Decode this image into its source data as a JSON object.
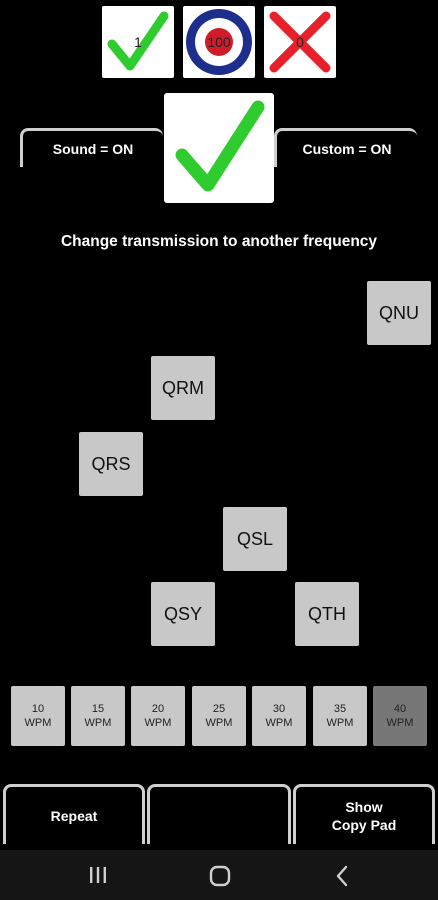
{
  "scores": {
    "correct": "1",
    "target": "100",
    "wrong": "0"
  },
  "toggles": {
    "sound_label": "Sound = ON",
    "custom_label": "Custom = ON"
  },
  "instruction": "Change transmission to another frequency",
  "options": [
    {
      "label": "QNU"
    },
    {
      "label": "QRM"
    },
    {
      "label": "QRS"
    },
    {
      "label": "QSL"
    },
    {
      "label": "QSY"
    },
    {
      "label": "QTH"
    }
  ],
  "speeds": [
    {
      "value": "10",
      "unit": "WPM"
    },
    {
      "value": "15",
      "unit": "WPM"
    },
    {
      "value": "20",
      "unit": "WPM"
    },
    {
      "value": "25",
      "unit": "WPM"
    },
    {
      "value": "30",
      "unit": "WPM"
    },
    {
      "value": "35",
      "unit": "WPM"
    },
    {
      "value": "40",
      "unit": "WPM"
    }
  ],
  "bottom": {
    "repeat_label": "Repeat",
    "middle_label": "",
    "show_copy_line1": "Show",
    "show_copy_line2": "Copy Pad"
  },
  "colors": {
    "check_green": "#2ecc2e",
    "cross_red": "#e8202a",
    "target_blue": "#1c2f8c",
    "target_red": "#d01c2a",
    "button_gray": "#c8c8c8",
    "selected_speed_gray": "#777777"
  },
  "icons": {
    "correct": "check-icon",
    "target": "target-icon",
    "wrong": "cross-icon",
    "nav_recents": "recents-icon",
    "nav_home": "home-icon",
    "nav_back": "back-icon"
  }
}
